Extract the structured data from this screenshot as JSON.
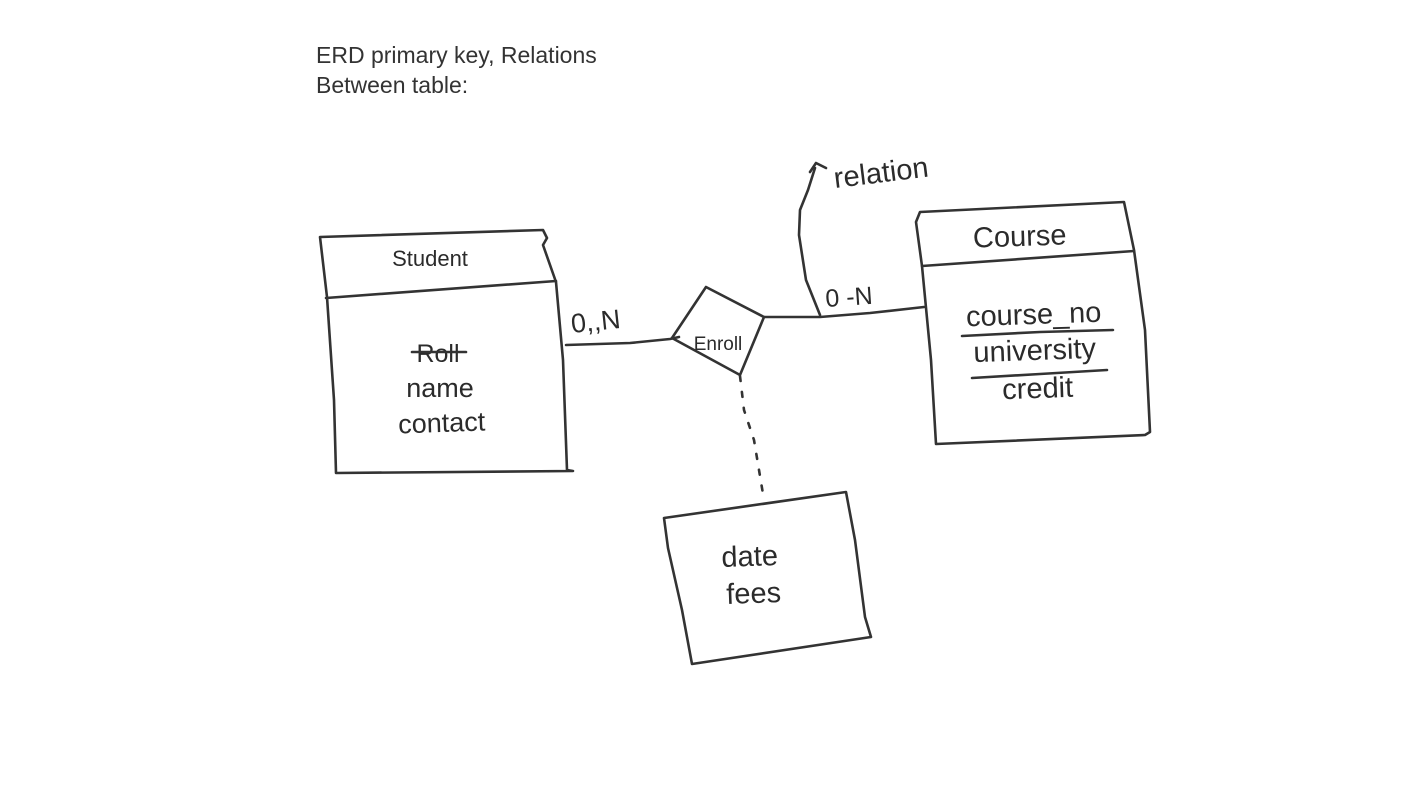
{
  "heading": {
    "line1": "ERD primary key, Relations",
    "line2": "Between table:"
  },
  "entities": {
    "student": {
      "title": "Student",
      "attributes": [
        "Roll",
        "name",
        "contact"
      ],
      "struck_attribute": "Roll"
    },
    "course": {
      "title": "Course",
      "attributes": [
        "course_no",
        "university",
        "credit"
      ],
      "underlined_attributes": [
        "course_no",
        "university"
      ]
    }
  },
  "relationship": {
    "name": "Enroll",
    "attributes": [
      "date",
      "fees"
    ]
  },
  "cardinality": {
    "student_side": "0,,N",
    "course_side": "0 -N"
  },
  "annotation": {
    "label": "relation"
  },
  "colors": {
    "ink": "#333333",
    "background": "#ffffff"
  }
}
